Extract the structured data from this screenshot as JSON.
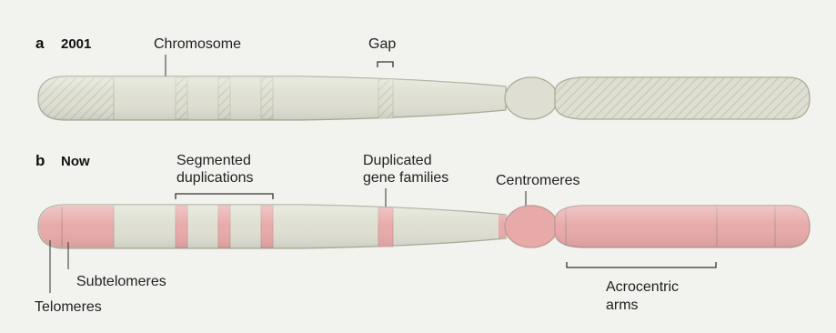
{
  "panel_a": {
    "letter": "a",
    "title": "2001",
    "labels": {
      "chromosome": "Chromosome",
      "gap": "Gap"
    }
  },
  "panel_b": {
    "letter": "b",
    "title": "Now",
    "labels": {
      "segmented_line1": "Segmented",
      "segmented_line2": "duplications",
      "dup_gene_line1": "Duplicated",
      "dup_gene_line2": "gene families",
      "centromeres": "Centromeres",
      "subtelomeres": "Subtelomeres",
      "telomeres": "Telomeres",
      "acro_line1": "Acrocentric",
      "acro_line2": "arms"
    }
  },
  "colors": {
    "background": "#f2f2ef",
    "chromosome_fill": "#dedfd2",
    "chromosome_stroke": "#a9ab97",
    "pink_fill": "#e8a9a9",
    "hatch_line": "#c9c9bb",
    "leader_line": "#333333"
  }
}
